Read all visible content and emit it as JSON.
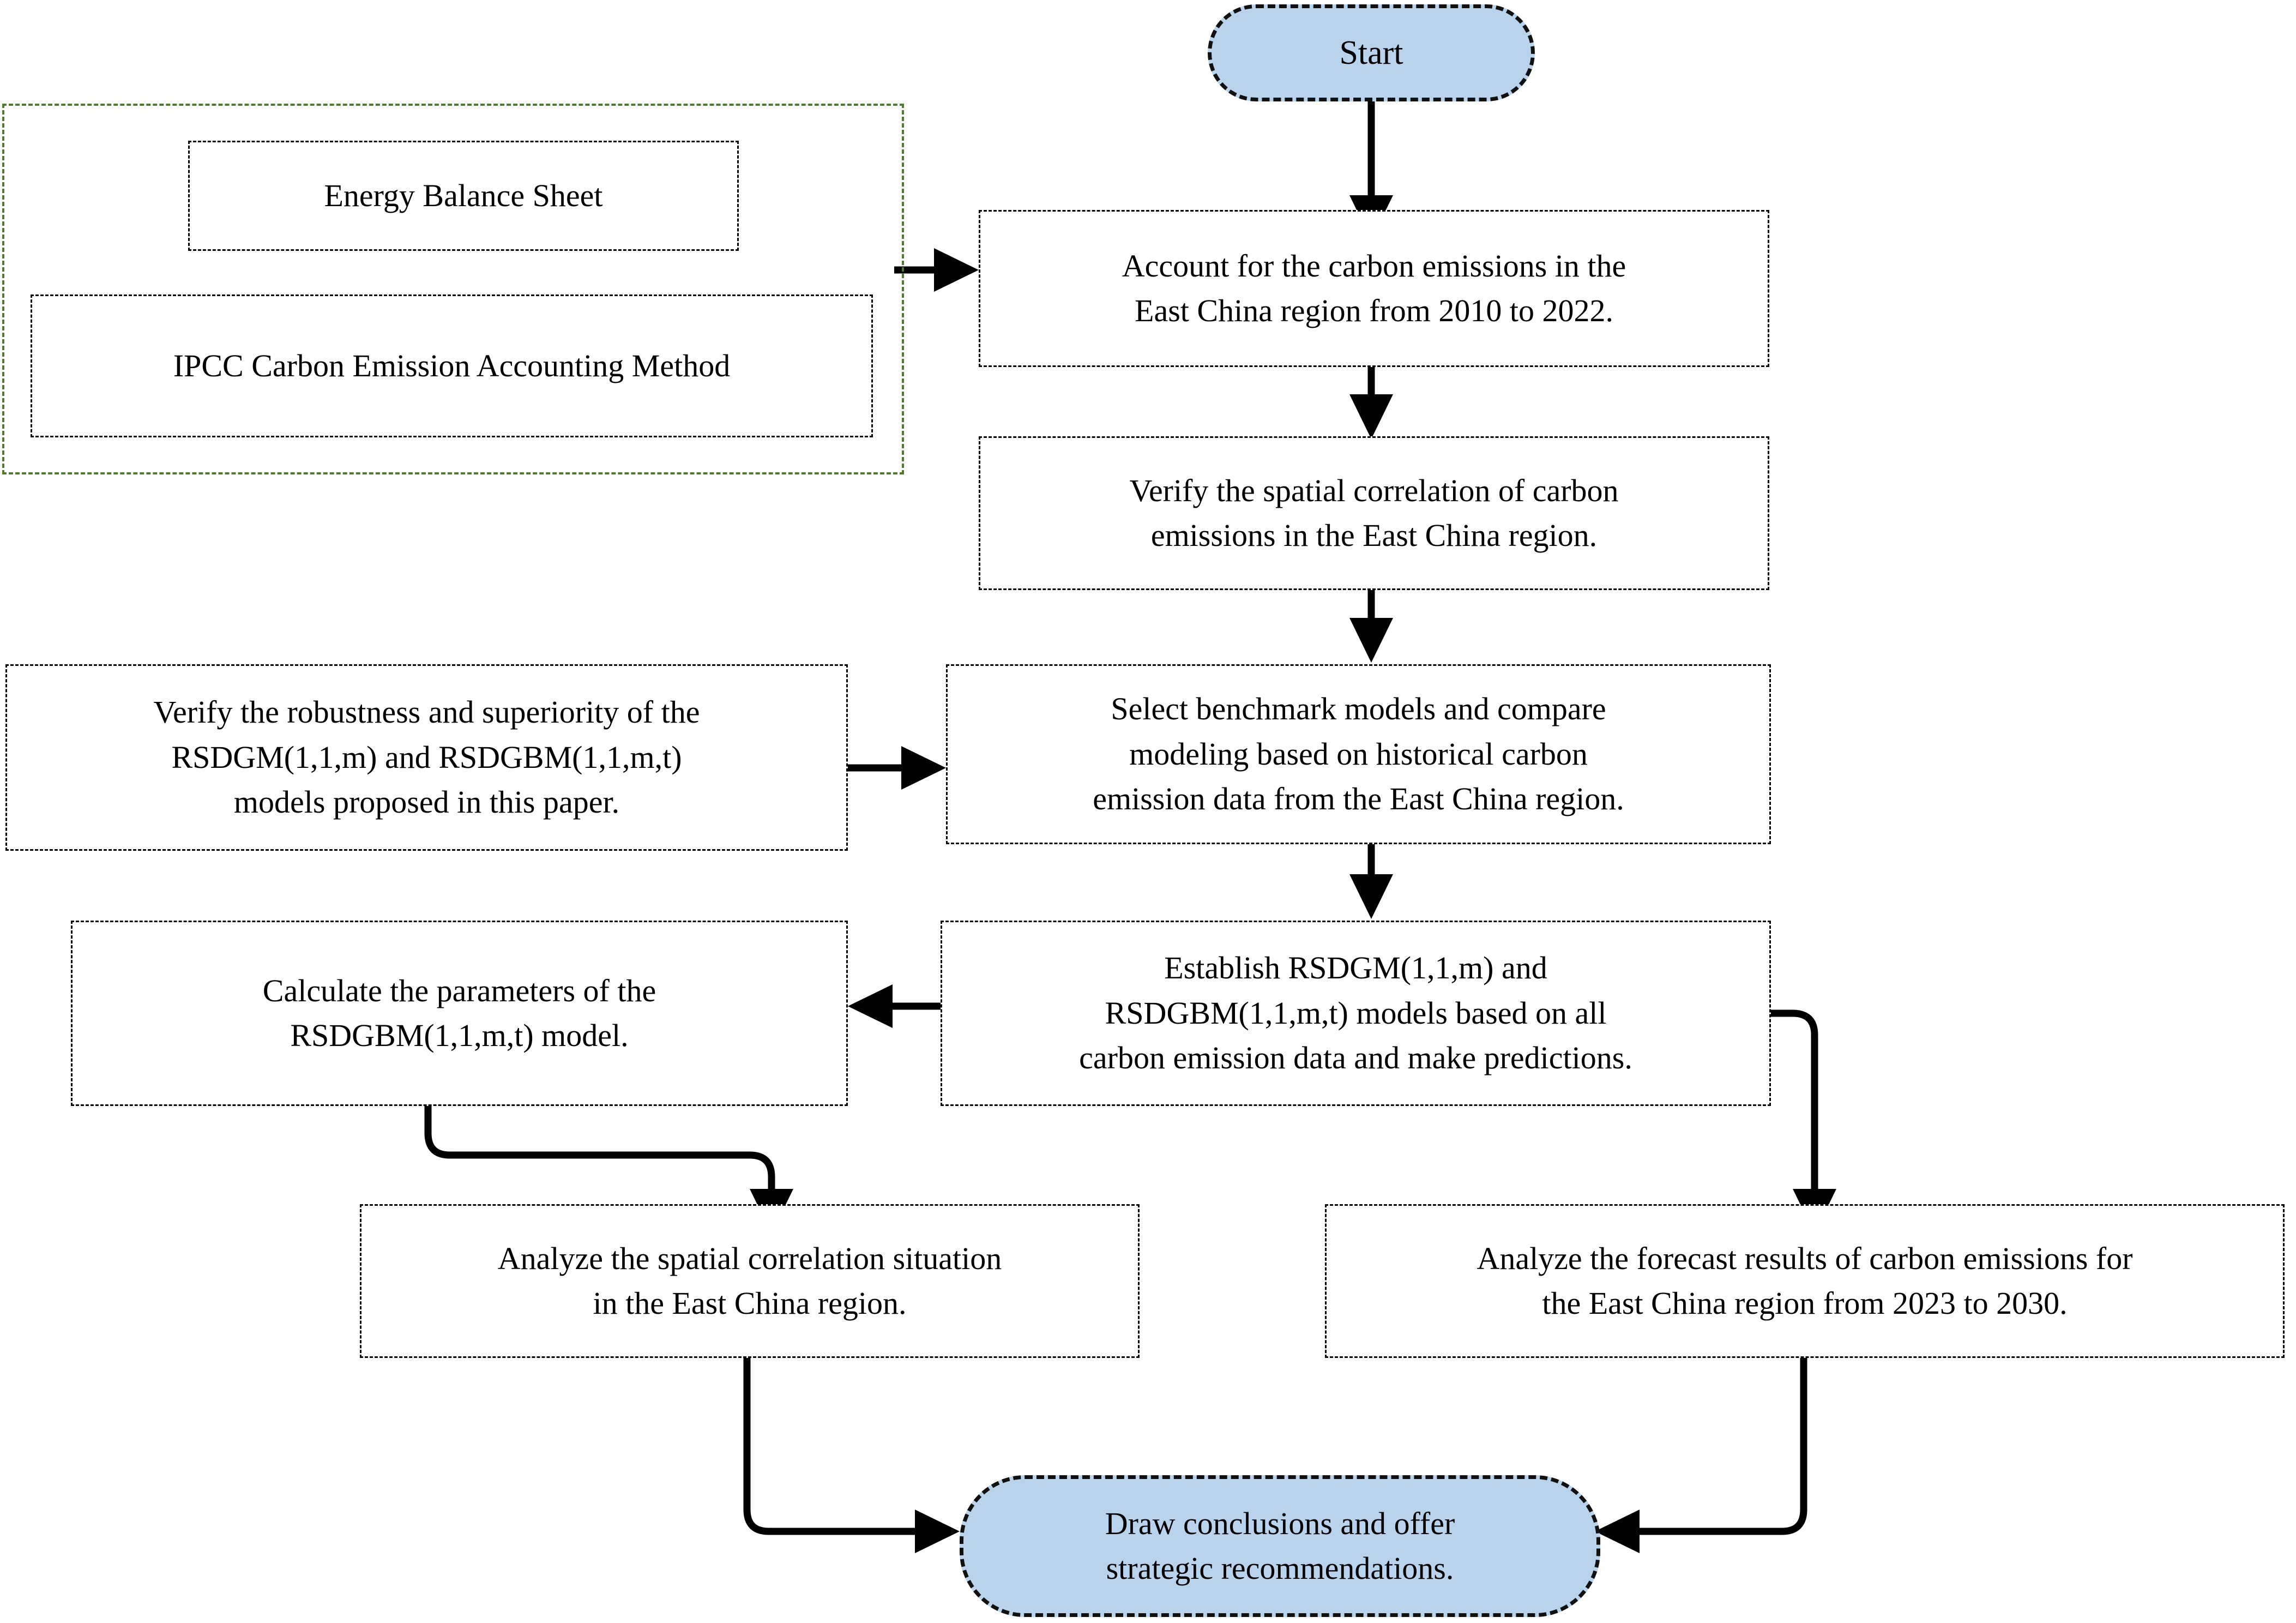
{
  "diagram": {
    "title": "Research methodology flowchart for carbon emission accounting and forecasting in the East China region",
    "type": "flowchart",
    "colors": {
      "terminator_fill": "#bad3ec",
      "terminator_border": "#111111",
      "process_border": "#000000",
      "group_border": "#4f7a30",
      "connector": "#000000",
      "background": "#ffffff"
    }
  },
  "nodes": {
    "start": "Start",
    "energy_balance_sheet": "Energy Balance Sheet",
    "ipcc_method": "IPCC Carbon Emission Accounting Method",
    "account_emissions": "Account for the carbon emissions in the\nEast China region from 2010 to 2022.",
    "verify_spatial_correlation": "Verify the spatial correlation of carbon\nemissions in the East China region.",
    "verify_robustness": "Verify the robustness and superiority of the\nRSDGM(1,1,m) and RSDGBM(1,1,m,t)\nmodels proposed in this paper.",
    "select_benchmark": "Select benchmark models and compare\nmodeling based on historical carbon\nemission data from the East China region.",
    "calculate_parameters": "Calculate the parameters of the\nRSDGBM(1,1,m,t) model.",
    "establish_models": "Establish RSDGM(1,1,m) and\nRSDGBM(1,1,m,t) models based on all\ncarbon emission data and make predictions.",
    "analyze_spatial": "Analyze the spatial correlation situation\nin the East China region.",
    "analyze_forecast": "Analyze the forecast results of carbon emissions for\nthe East China region from 2023 to 2030.",
    "conclusions": "Draw conclusions and offer\nstrategic recommendations."
  },
  "groups": {
    "data_sources_label": ""
  },
  "edges": [
    {
      "from": "start",
      "to": "account_emissions",
      "kind": "straight-down"
    },
    {
      "from": "data_sources_group",
      "to": "account_emissions",
      "kind": "straight-right"
    },
    {
      "from": "account_emissions",
      "to": "verify_spatial_correlation",
      "kind": "straight-down"
    },
    {
      "from": "verify_spatial_correlation",
      "to": "select_benchmark",
      "kind": "straight-down"
    },
    {
      "from": "verify_robustness",
      "to": "select_benchmark",
      "kind": "straight-right"
    },
    {
      "from": "select_benchmark",
      "to": "establish_models",
      "kind": "straight-down"
    },
    {
      "from": "establish_models",
      "to": "calculate_parameters",
      "kind": "straight-left"
    },
    {
      "from": "calculate_parameters",
      "to": "analyze_spatial",
      "kind": "elbow-down-right"
    },
    {
      "from": "establish_models",
      "to": "analyze_forecast",
      "kind": "elbow-right-down"
    },
    {
      "from": "analyze_spatial",
      "to": "conclusions",
      "kind": "elbow-down-right"
    },
    {
      "from": "analyze_forecast",
      "to": "conclusions",
      "kind": "elbow-down-left"
    }
  ]
}
